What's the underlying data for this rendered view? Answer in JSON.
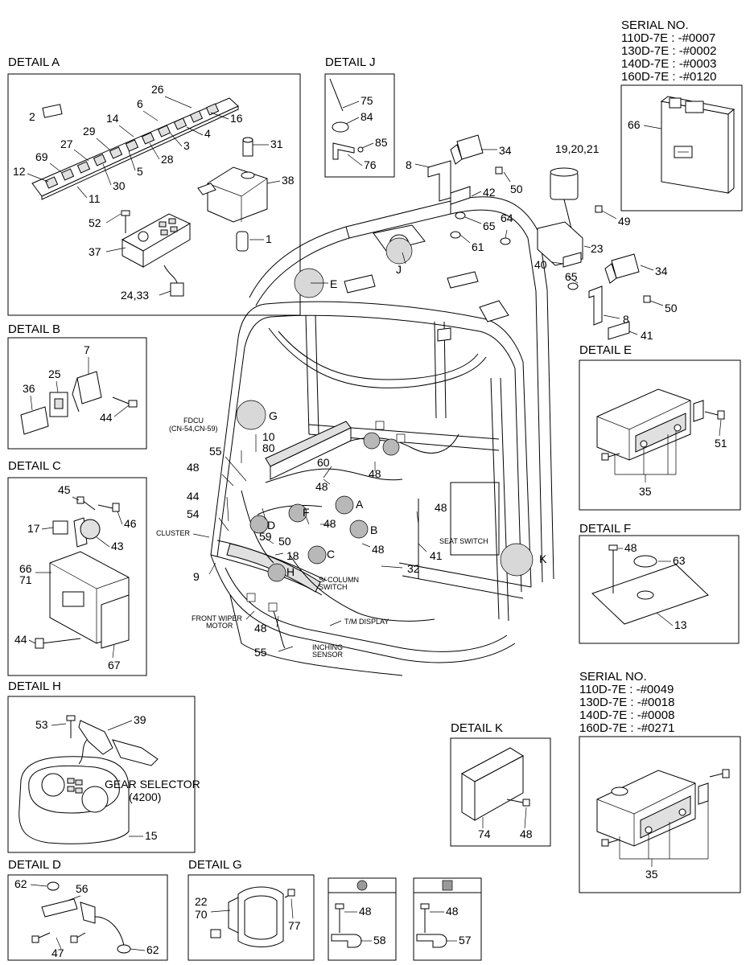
{
  "serial_top": {
    "heading": "SERIAL NO.",
    "lines": [
      "110D-7E : -#0007",
      "130D-7E : -#0002",
      "140D-7E : -#0003",
      "160D-7E : -#0120"
    ]
  },
  "serial_mid": {
    "heading": "SERIAL NO.",
    "lines": [
      "110D-7E : -#0049",
      "130D-7E : -#0018",
      "140D-7E : -#0008",
      "160D-7E : -#0271"
    ]
  },
  "details": {
    "a": "DETAIL A",
    "b": "DETAIL B",
    "c": "DETAIL C",
    "d": "DETAIL D",
    "e": "DETAIL E",
    "f": "DETAIL F",
    "g": "DETAIL G",
    "h": "DETAIL H",
    "j": "DETAIL J",
    "k": "DETAIL K"
  },
  "detail_a_labels": {
    "p26": "26",
    "p2": "2",
    "p6": "6",
    "p14": "14",
    "p16": "16",
    "p29": "29",
    "p4": "4",
    "p27": "27",
    "p3": "3",
    "p28": "28",
    "p69": "69",
    "p5": "5",
    "p12": "12",
    "p30": "30",
    "p11": "11",
    "p31": "31",
    "p38": "38",
    "p52": "52",
    "p37": "37",
    "p1": "1",
    "p2433": "24,33"
  },
  "detail_b_labels": {
    "p7": "7",
    "p25": "25",
    "p36": "36",
    "p44": "44"
  },
  "detail_c_labels": {
    "p45": "45",
    "p46": "46",
    "p17": "17",
    "p43": "43",
    "p66": "66",
    "p71": "71",
    "p44": "44",
    "p67": "67"
  },
  "detail_h_labels": {
    "p53": "53",
    "p39": "39",
    "gear": "GEAR SELECTOR",
    "gear_code": "(4200)",
    "p15": "15"
  },
  "detail_d_labels": {
    "p62a": "62",
    "p56": "56",
    "p47": "47",
    "p62b": "62"
  },
  "detail_g_labels": {
    "p22": "22",
    "p70": "70",
    "p77": "77"
  },
  "detail_j_labels": {
    "p75": "75",
    "p84": "84",
    "p85": "85",
    "p76": "76"
  },
  "detail_e_labels": {
    "p51": "51",
    "p35": "35"
  },
  "detail_f_labels": {
    "p48": "48",
    "p63": "63",
    "p13": "13"
  },
  "detail_k_labels": {
    "p74": "74",
    "p48": "48"
  },
  "radio_mid_labels": {
    "p35": "35"
  },
  "clip_round": {
    "p48": "48",
    "p58": "58"
  },
  "clip_square": {
    "p48": "48",
    "p57": "57"
  },
  "main_labels": {
    "p8a": "8",
    "p34a": "34",
    "p50a": "50",
    "p42": "42",
    "p65a": "65",
    "p61": "61",
    "p64": "64",
    "p192021": "19,20,21",
    "p49": "49",
    "p23": "23",
    "p40": "40",
    "p34b": "34",
    "p65b": "65",
    "p50b": "50",
    "p8b": "8",
    "p41a": "41",
    "p66": "66",
    "pJ": "J",
    "pE": "E",
    "p10": "10",
    "p80": "80",
    "fdcu": "FDCU",
    "fdcu_cn": "(CN-54,CN-59)",
    "pG": "G",
    "p55a": "55",
    "p48a": "48",
    "p60": "60",
    "p48b": "48",
    "p48c": "48",
    "p44": "44",
    "p59": "59",
    "pF": "F",
    "p48d": "48",
    "pA": "A",
    "p54": "54",
    "pD": "D",
    "pB": "B",
    "p48e": "48",
    "p50c": "50",
    "p18": "18",
    "pC": "C",
    "p48f": "48",
    "p41b": "41",
    "seat": "SEAT SWITCH",
    "pK": "K",
    "p32": "32",
    "cluster": "CLUSTER",
    "p9": "9",
    "pH": "H",
    "column": "S/ COLUMN",
    "column2": "SWITCH",
    "wiper": "FRONT WIPER",
    "wiper2": "MOTOR",
    "p48g": "48",
    "tm": "T/M DISPLAY",
    "p55b": "55",
    "inching": "INCHING",
    "inching2": "SENSOR"
  }
}
